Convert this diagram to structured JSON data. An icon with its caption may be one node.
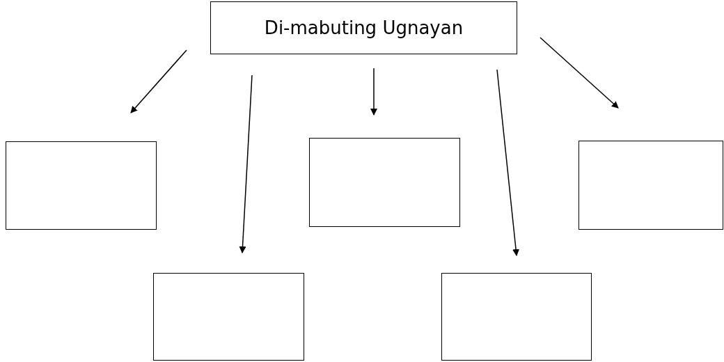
{
  "diagram": {
    "nodes": [
      {
        "text": [
          "Di-mabuting Ugnayan"
        ]
      },
      {
        "text": [],
        "shape": "box"
      },
      {
        "text": [],
        "shape": "box"
      },
      {
        "text": [],
        "shape": "box"
      },
      {
        "text": [],
        "shape": "box"
      },
      {
        "text": [],
        "shape": "box"
      }
    ],
    "edges": [
      {
        "from": 0,
        "to": 1,
        "arrow": "to"
      },
      {
        "from": 0,
        "to": 2,
        "arrow": "to"
      },
      {
        "from": 0,
        "to": 3,
        "arrow": "to"
      },
      {
        "from": 0,
        "to": 4,
        "arrow": "to"
      },
      {
        "from": 0,
        "to": 5,
        "arrow": "to"
      }
    ]
  }
}
